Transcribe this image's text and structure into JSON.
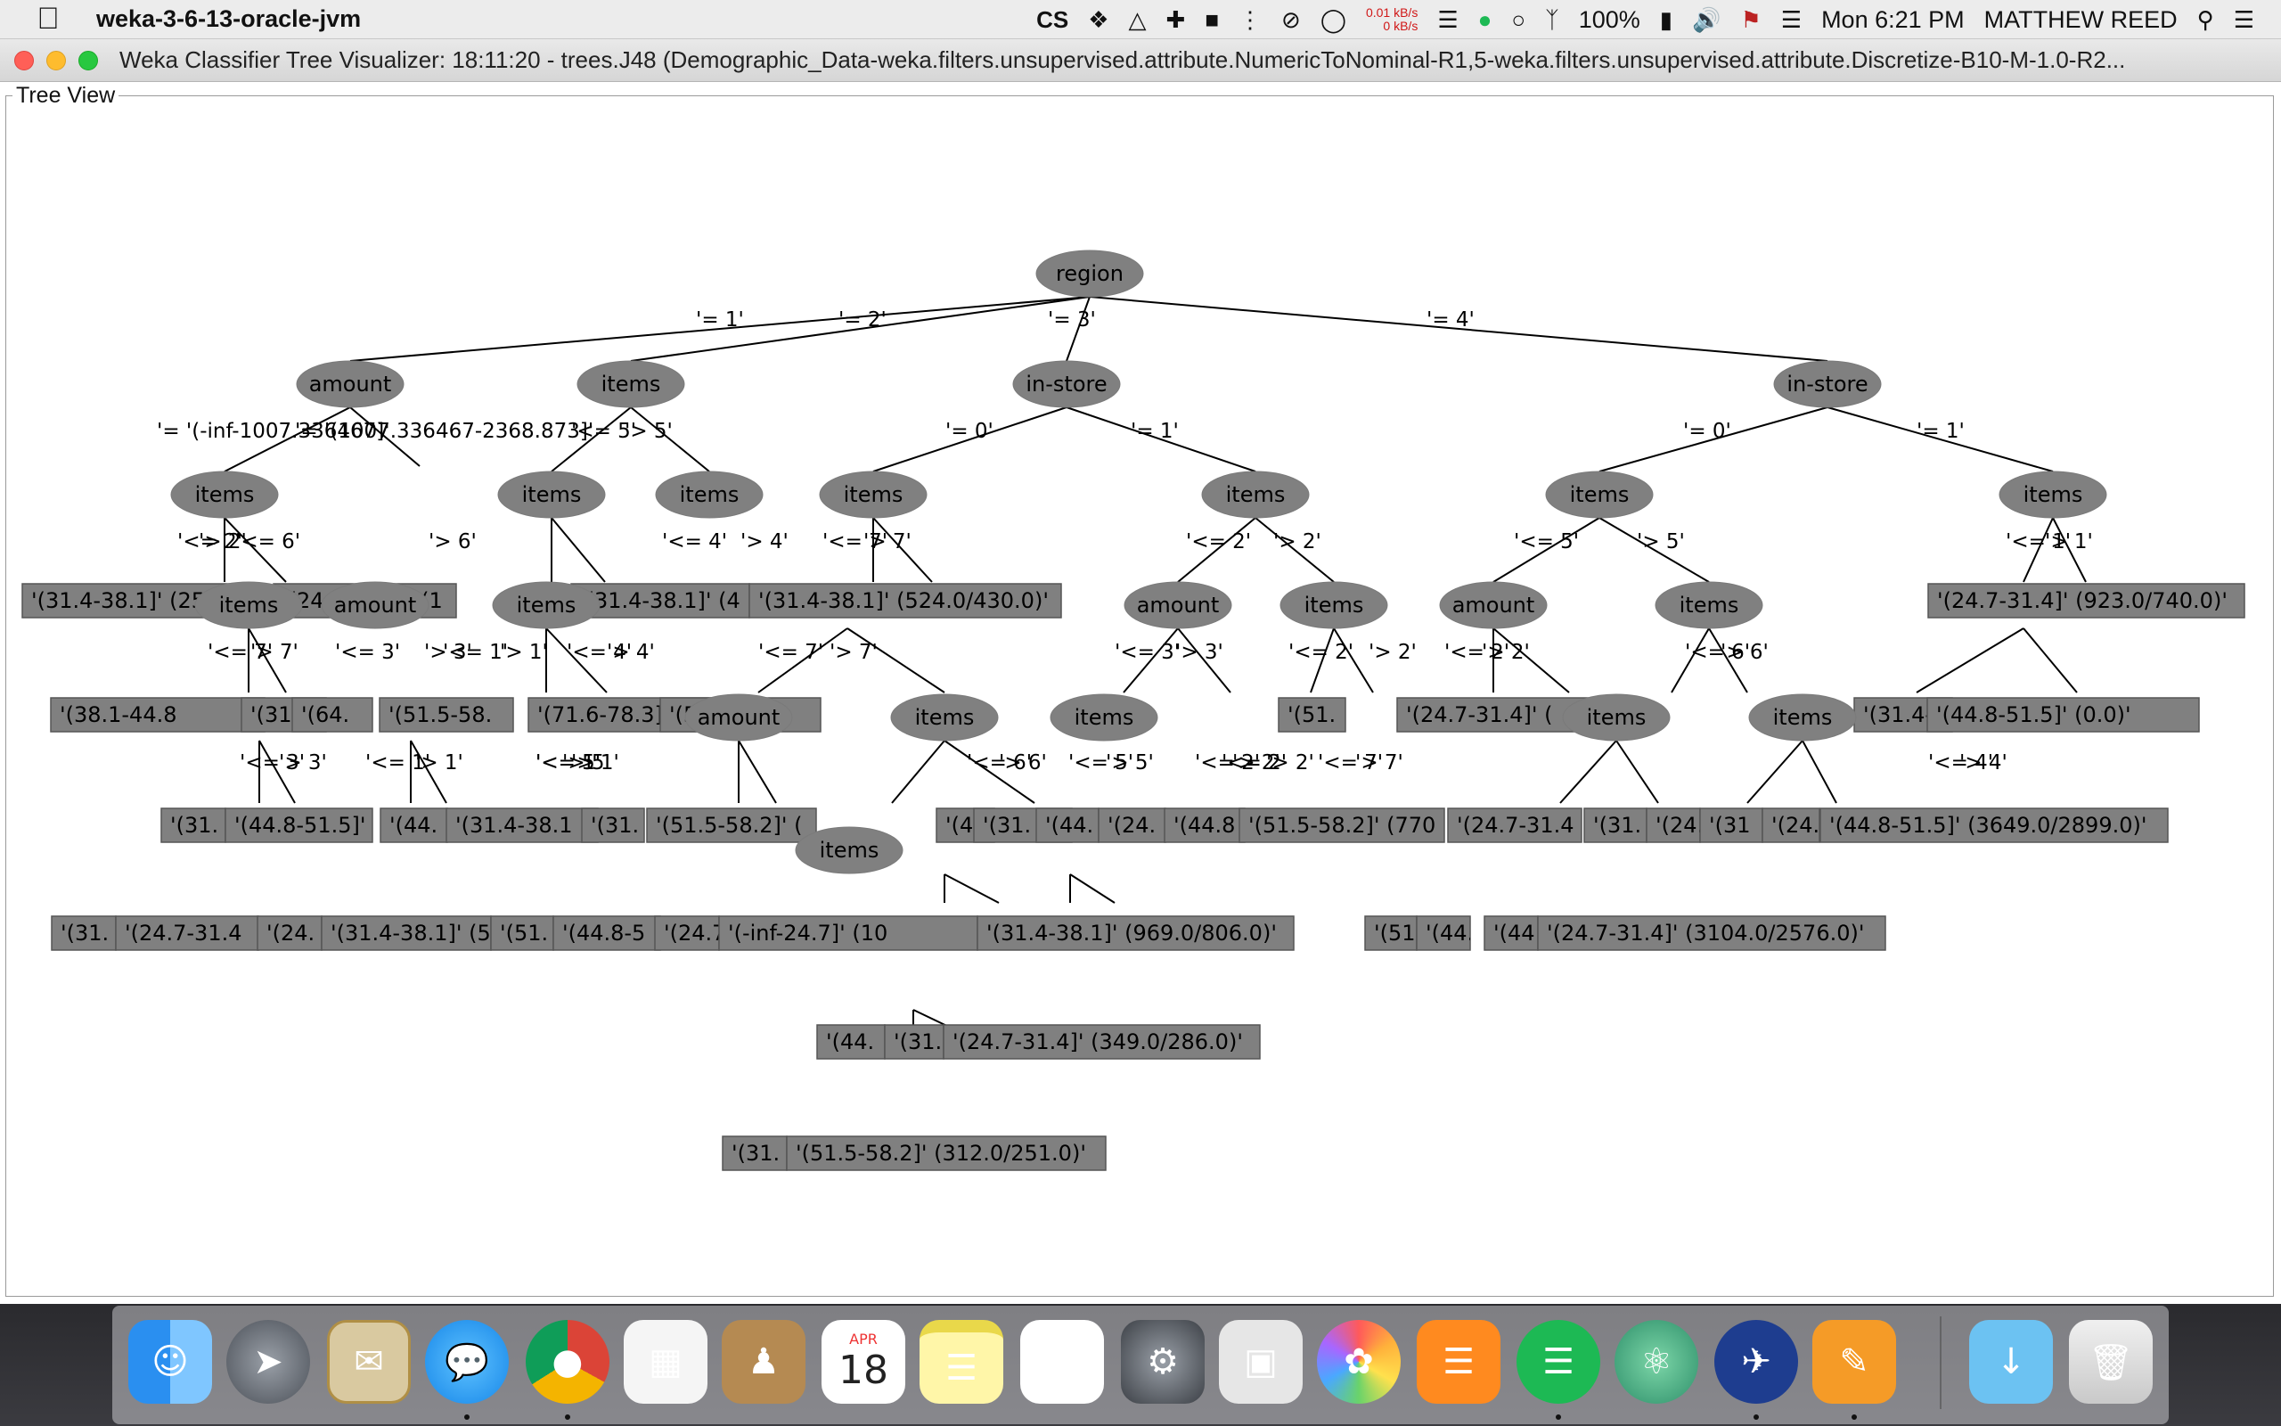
{
  "menubar": {
    "app_name": "weka-3-6-13-oracle-jvm",
    "netspeed_up": "0.01 kB/s",
    "netspeed_down": "0 kB/s",
    "battery": "100%",
    "datetime": "Mon 6:21 PM",
    "user": "MATTHEW REED"
  },
  "window": {
    "title": "Weka Classifier Tree Visualizer: 18:11:20 - trees.J48 (Demographic_Data-weka.filters.unsupervised.attribute.NumericToNominal-R1,5-weka.filters.unsupervised.attribute.Discretize-B10-M-1.0-R2..."
  },
  "tree_view": {
    "legend": "Tree View",
    "nodes": [
      {
        "id": "n_region",
        "label": "region",
        "kind": "oval"
      },
      {
        "id": "n_amount1",
        "label": "amount",
        "kind": "oval"
      },
      {
        "id": "n_items_r2",
        "label": "items",
        "kind": "oval"
      },
      {
        "id": "n_instore_r3",
        "label": "in-store",
        "kind": "oval"
      },
      {
        "id": "n_instore_r4",
        "label": "in-store",
        "kind": "oval"
      },
      {
        "id": "n_items_a",
        "label": "items",
        "kind": "oval"
      },
      {
        "id": "n_items_b",
        "label": "items",
        "kind": "oval"
      },
      {
        "id": "n_items_c",
        "label": "items",
        "kind": "oval"
      },
      {
        "id": "n_items_d",
        "label": "items",
        "kind": "oval"
      },
      {
        "id": "n_items_e",
        "label": "items",
        "kind": "oval"
      },
      {
        "id": "n_items_f",
        "label": "items",
        "kind": "oval"
      },
      {
        "id": "n_items_g",
        "label": "items",
        "kind": "oval"
      },
      {
        "id": "n_items_h",
        "label": "items",
        "kind": "oval"
      },
      {
        "id": "n_items_i",
        "label": "items",
        "kind": "oval"
      },
      {
        "id": "n_amount2",
        "label": "amount",
        "kind": "oval"
      },
      {
        "id": "n_items_j",
        "label": "items",
        "kind": "oval"
      },
      {
        "id": "n_amount3",
        "label": "amount",
        "kind": "oval"
      },
      {
        "id": "n_items_k",
        "label": "items",
        "kind": "oval"
      },
      {
        "id": "n_amount4",
        "label": "amount",
        "kind": "oval"
      },
      {
        "id": "n_amount5",
        "label": "amount",
        "kind": "oval"
      },
      {
        "id": "n_items_l",
        "label": "items",
        "kind": "oval"
      },
      {
        "id": "n_items_m",
        "label": "items",
        "kind": "oval"
      },
      {
        "id": "n_items_n",
        "label": "items",
        "kind": "oval"
      },
      {
        "id": "n_items_o",
        "label": "items",
        "kind": "oval"
      },
      {
        "id": "n_items_p",
        "label": "items",
        "kind": "oval"
      }
    ],
    "edge_labels": [
      "'= 1'",
      "'= 2'",
      "'= 3'",
      "'= 4'",
      "'= '(-inf-1007.336467]'",
      "'= '(1007.336467-2368.873]'",
      "'<= 5'",
      "'> 5'",
      "'= 0'",
      "'= 1'",
      "'= 0'",
      "'= 1'",
      "'<= 2'",
      "'> 2'",
      "'<= 6'",
      "'> 6'",
      "'<= 7'",
      "'> 7'",
      "'<= 4'",
      "'> 4'",
      "'<= 2'",
      "'> 2'",
      "'<= 5'",
      "'> 5'",
      "'<= 1'",
      "'> 1'",
      "'<= 7'",
      "'> 7'",
      "'<= 3'",
      "'> 3'",
      "'<= 1'",
      "'> 1'",
      "'<= 4'",
      "'> 4'",
      "'<= 7'",
      "'> 7'",
      "'<= 3'",
      "'> 3'",
      "'<= 2'",
      "'> 2'",
      "'<= 2'",
      "'> 2'",
      "'<= 6'",
      "'> 6'",
      "'<= 3'",
      "'> 3'",
      "'<= 1'",
      "'> 1'",
      "'<= 5'",
      "'> 5'",
      "'<= 6'",
      "'> 6'",
      "'<= 5'",
      "'> 5'",
      "'<= 2'",
      "'> 2'",
      "'<= 2'",
      "'> 2'",
      "'<= 7'",
      "'> 7'",
      "'<= 4'",
      "'> 4'",
      "'<= 1'",
      "'> 1'"
    ],
    "leaves": [
      "'(31.4-38.1]' (257",
      "'(24.7-31.4]' (1",
      "'(31.4-38.1]' (4",
      "'(31.4-38.1]' (524.0/430.0)'",
      "'(24.7-31.4]' (923.0/740.0)'",
      "'(38.1-44.8",
      "'(31.4-3",
      "'(64.",
      "'(51.5-58.",
      "'(71.6-78.3]' (280",
      "'(51.5-58.2",
      "'(51.",
      "'(24.7-31.4]' (",
      "'(31.4-38.",
      "'(44.8-51.5]' (0.0)'",
      "'(31.",
      "'(44.8-51.5]'",
      "'(44.",
      "'(31.4-38.1",
      "'(31.",
      "'(51.5-58.2]' (",
      "'(44.",
      "'(31.",
      "'(44.",
      "'(24.",
      "'(44.8",
      "'(51.5-58.2]' (770",
      "'(24.7-31.4",
      "'(31.",
      "'(24.",
      "'(31",
      "'(24.",
      "'(44.8-51.5]' (3649.0/2899.0)'",
      "'(31.",
      "'(24.7-31.4",
      "'(24.",
      "'(31.4-38.1]' (5",
      "'(51.",
      "'(44.8-5",
      "'(24.7",
      "'(-inf-24.7]' (10",
      "'(31.4-38.1]' (969.0/806.0)'",
      "'(51",
      "'(44.8",
      "'(44",
      "'(24.7-31.4]' (3104.0/2576.0)'",
      "'(44.",
      "'(31.",
      "'(24.7-31.4]' (349.0/286.0)'",
      "'(31.",
      "'(51.5-58.2]' (312.0/251.0)'"
    ]
  },
  "dock": {
    "items": [
      {
        "name": "finder-icon",
        "label": "Finder"
      },
      {
        "name": "launchpad-icon",
        "label": "Launchpad"
      },
      {
        "name": "mail-icon",
        "label": "Mail"
      },
      {
        "name": "messages-icon",
        "label": "Messages"
      },
      {
        "name": "chrome-icon",
        "label": "Chrome"
      },
      {
        "name": "apps-grid-icon",
        "label": "Apps"
      },
      {
        "name": "contacts-icon",
        "label": "Contacts"
      },
      {
        "name": "calendar-icon",
        "label": "Calendar"
      },
      {
        "name": "notes-icon",
        "label": "Notes"
      },
      {
        "name": "reminders-icon",
        "label": "Reminders"
      },
      {
        "name": "system-preferences-icon",
        "label": "System Preferences"
      },
      {
        "name": "preview-icon",
        "label": "Preview"
      },
      {
        "name": "photos-icon",
        "label": "Photos"
      },
      {
        "name": "ibooks-icon",
        "label": "iBooks"
      },
      {
        "name": "spotify-icon",
        "label": "Spotify"
      },
      {
        "name": "atom-icon",
        "label": "Atom"
      },
      {
        "name": "weka-icon",
        "label": "Weka"
      },
      {
        "name": "pages-icon",
        "label": "Pages"
      },
      {
        "name": "downloads-folder-icon",
        "label": "Downloads"
      },
      {
        "name": "trash-icon",
        "label": "Trash"
      }
    ],
    "calendar_month": "APR",
    "calendar_day": "18"
  }
}
